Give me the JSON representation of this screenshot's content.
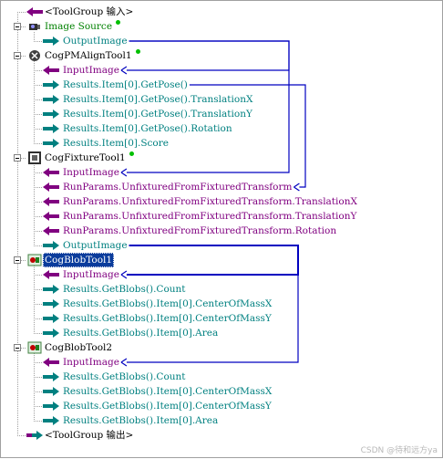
{
  "tree": {
    "rows": [
      {
        "id": "r0",
        "label": "<ToolGroup 输入>",
        "color": "black",
        "kind": "group-in"
      },
      {
        "id": "r1",
        "label": "Image Source",
        "color": "green",
        "kind": "tool-src",
        "status": "ok"
      },
      {
        "id": "r2",
        "label": "OutputImage",
        "color": "teal",
        "kind": "out"
      },
      {
        "id": "r3",
        "label": "CogPMAlignTool1",
        "color": "black",
        "kind": "tool-pma",
        "status": "ok"
      },
      {
        "id": "r4",
        "label": "InputImage",
        "color": "purple",
        "kind": "in"
      },
      {
        "id": "r5",
        "label": "Results.Item[0].GetPose()",
        "color": "teal",
        "kind": "out"
      },
      {
        "id": "r6",
        "label": "Results.Item[0].GetPose().TranslationX",
        "color": "teal",
        "kind": "out"
      },
      {
        "id": "r7",
        "label": "Results.Item[0].GetPose().TranslationY",
        "color": "teal",
        "kind": "out"
      },
      {
        "id": "r8",
        "label": "Results.Item[0].GetPose().Rotation",
        "color": "teal",
        "kind": "out"
      },
      {
        "id": "r9",
        "label": "Results.Item[0].Score",
        "color": "teal",
        "kind": "out"
      },
      {
        "id": "r10",
        "label": "CogFixtureTool1",
        "color": "black",
        "kind": "tool-fix",
        "status": "ok"
      },
      {
        "id": "r11",
        "label": "InputImage",
        "color": "purple",
        "kind": "in"
      },
      {
        "id": "r12",
        "label": "RunParams.UnfixturedFromFixturedTransform",
        "color": "purple",
        "kind": "in"
      },
      {
        "id": "r13",
        "label": "RunParams.UnfixturedFromFixturedTransform.TranslationX",
        "color": "purple",
        "kind": "in"
      },
      {
        "id": "r14",
        "label": "RunParams.UnfixturedFromFixturedTransform.TranslationY",
        "color": "purple",
        "kind": "in"
      },
      {
        "id": "r15",
        "label": "RunParams.UnfixturedFromFixturedTransform.Rotation",
        "color": "purple",
        "kind": "in"
      },
      {
        "id": "r16",
        "label": "OutputImage",
        "color": "teal",
        "kind": "out"
      },
      {
        "id": "r17",
        "label": "CogBlobTool1",
        "color": "black",
        "kind": "tool-blob",
        "selected": true
      },
      {
        "id": "r18",
        "label": "InputImage",
        "color": "purple",
        "kind": "in"
      },
      {
        "id": "r19",
        "label": "Results.GetBlobs().Count",
        "color": "teal",
        "kind": "out"
      },
      {
        "id": "r20",
        "label": "Results.GetBlobs().Item[0].CenterOfMassX",
        "color": "teal",
        "kind": "out"
      },
      {
        "id": "r21",
        "label": "Results.GetBlobs().Item[0].CenterOfMassY",
        "color": "teal",
        "kind": "out"
      },
      {
        "id": "r22",
        "label": "Results.GetBlobs().Item[0].Area",
        "color": "teal",
        "kind": "out"
      },
      {
        "id": "r23",
        "label": "CogBlobTool2",
        "color": "black",
        "kind": "tool-blob"
      },
      {
        "id": "r24",
        "label": "InputImage",
        "color": "purple",
        "kind": "in"
      },
      {
        "id": "r25",
        "label": "Results.GetBlobs().Count",
        "color": "teal",
        "kind": "out"
      },
      {
        "id": "r26",
        "label": "Results.GetBlobs().Item[0].CenterOfMassX",
        "color": "teal",
        "kind": "out"
      },
      {
        "id": "r27",
        "label": "Results.GetBlobs().Item[0].CenterOfMassY",
        "color": "teal",
        "kind": "out"
      },
      {
        "id": "r28",
        "label": "Results.GetBlobs().Item[0].Area",
        "color": "teal",
        "kind": "out"
      },
      {
        "id": "r29",
        "label": "<ToolGroup 输出>",
        "color": "black",
        "kind": "group-out"
      }
    ]
  },
  "links": [
    {
      "from": "r2",
      "to": "r4"
    },
    {
      "from": "r2",
      "to": "r11"
    },
    {
      "from": "r5",
      "to": "r12"
    },
    {
      "from": "r16",
      "to": "r18"
    },
    {
      "from": "r16",
      "to": "r24"
    }
  ],
  "colors": {
    "in_arrow": "#800080",
    "out_arrow": "#008080",
    "wire": "#0000c0",
    "selection": "#0a3c9c",
    "status_ok": "#00c000"
  },
  "watermark": "CSDN @待和远方ya"
}
